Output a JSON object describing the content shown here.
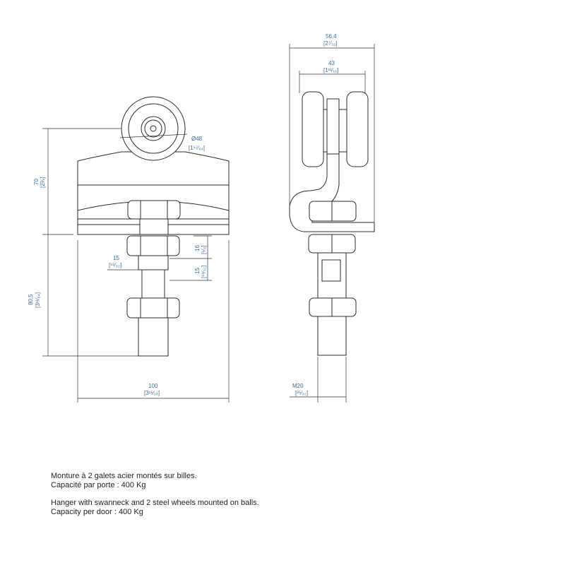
{
  "dimensions": {
    "wheel_diameter": {
      "value": "Ø48",
      "inch": "[1⁵⁷⁄₆₄]"
    },
    "height_top": {
      "value": "70",
      "inch": "[2¾]"
    },
    "height_bottom": {
      "value": "80,5",
      "inch": "[3¹¹⁄₆₄]"
    },
    "nut_height": {
      "value": "16",
      "inch": "[⁵⁄₈]"
    },
    "square_width": {
      "value": "15",
      "inch": "[¹⁹⁄₃₂]"
    },
    "square_height": {
      "value": "15",
      "inch": "[¹⁹⁄₃₂]"
    },
    "total_width": {
      "value": "100",
      "inch": "[3¹⁵⁄₁₆]"
    },
    "side_width": {
      "value": "56,4",
      "inch": "[2⁷⁄₃₂]"
    },
    "wheel_spacing": {
      "value": "43",
      "inch": "[1¹¹⁄₁₆]"
    },
    "thread": {
      "value": "M20",
      "inch": "[²⁵⁄₃₂]"
    }
  },
  "description": {
    "fr_line1": "Monture à 2 galets acier montés sur billes.",
    "fr_line2": "Capacité par porte : 400 Kg",
    "en_line1": "Hanger with swanneck and 2 steel wheels mounted on balls.",
    "en_line2": "Capacity per door : 400 Kg"
  }
}
